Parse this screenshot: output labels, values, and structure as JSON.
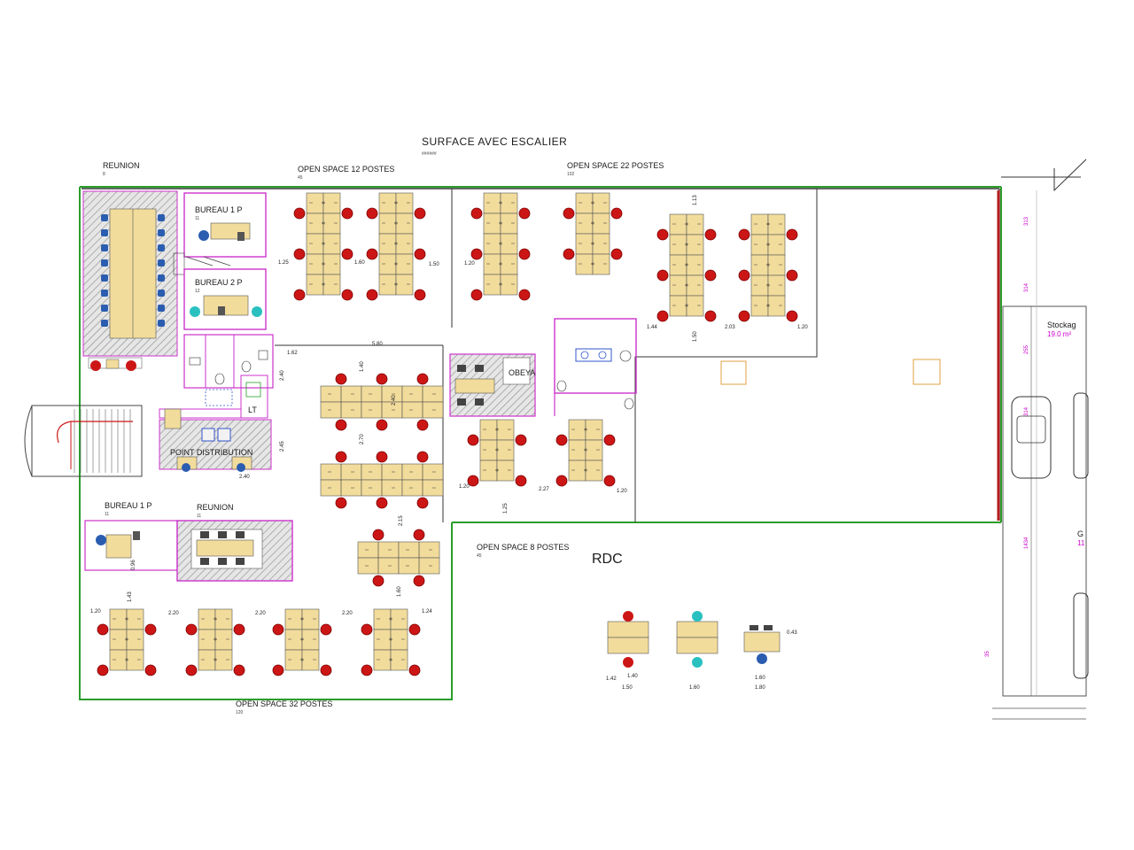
{
  "title": "SURFACE AVEC ESCALIER",
  "title_sub": "######",
  "level": "RDC",
  "rooms": {
    "reunion_top": {
      "label": "REUNION",
      "sub": "8"
    },
    "bureau1_top": {
      "label": "BUREAU 1 P",
      "sub": "11"
    },
    "bureau2": {
      "label": "BUREAU 2 P",
      "sub": "12"
    },
    "os12": {
      "label": "OPEN SPACE 12 POSTES",
      "sub": "45"
    },
    "os22": {
      "label": "OPEN SPACE 22 POSTES",
      "sub": "102"
    },
    "lt": {
      "label": "LT"
    },
    "point_distribution": {
      "label": "POINT DISTRIBUTION"
    },
    "obeya": {
      "label": "OBEYA"
    },
    "bureau1_bottom": {
      "label": "BUREAU 1 P",
      "sub": "11"
    },
    "reunion_bottom": {
      "label": "REUNION",
      "sub": "11"
    },
    "os8": {
      "label": "OPEN SPACE 8 POSTES",
      "sub": "45"
    },
    "os32": {
      "label": "OPEN SPACE 32 POSTES",
      "sub": "120"
    },
    "stockage": {
      "label": "Stockag",
      "sub": "19.0 m²"
    },
    "right_partial": {
      "label": "G",
      "sub": "11"
    }
  },
  "dimensions": {
    "d_125": "1.25",
    "d_160": "1.60",
    "d_150": "1.50",
    "d_120a": "1.20",
    "d_144": "1.44",
    "d_203": "2.03",
    "d_120b": "1.20",
    "d_113": "1.13",
    "d_150v": "1.50",
    "d_162": "1.62",
    "d_580": "5.80",
    "d_140v": "1.40",
    "d_270": "2.70",
    "d_245": "2.45",
    "d_240": "2.40",
    "d_120c": "1.20",
    "d_227": "2.27",
    "d_120d": "1.20",
    "d_125v": "1.25",
    "d_215": "2.15",
    "d_160v": "1.60",
    "d_240b": "2.40",
    "d_240v": "2.40",
    "d_120e": "1.20",
    "d_220a": "2.20",
    "d_220b": "2.20",
    "d_220c": "2.20",
    "d_124": "1.24",
    "d_143": "1.43",
    "d_096": "0.96",
    "leg_140": "1.40",
    "leg_142": "1.42",
    "leg_150": "1.50",
    "leg_160a": "1.60",
    "leg_160b": "1.60",
    "leg_180": "1.80",
    "leg_043": "0.43"
  },
  "right_dims": [
    "313",
    "314",
    "255",
    "314",
    "1434",
    "35"
  ]
}
